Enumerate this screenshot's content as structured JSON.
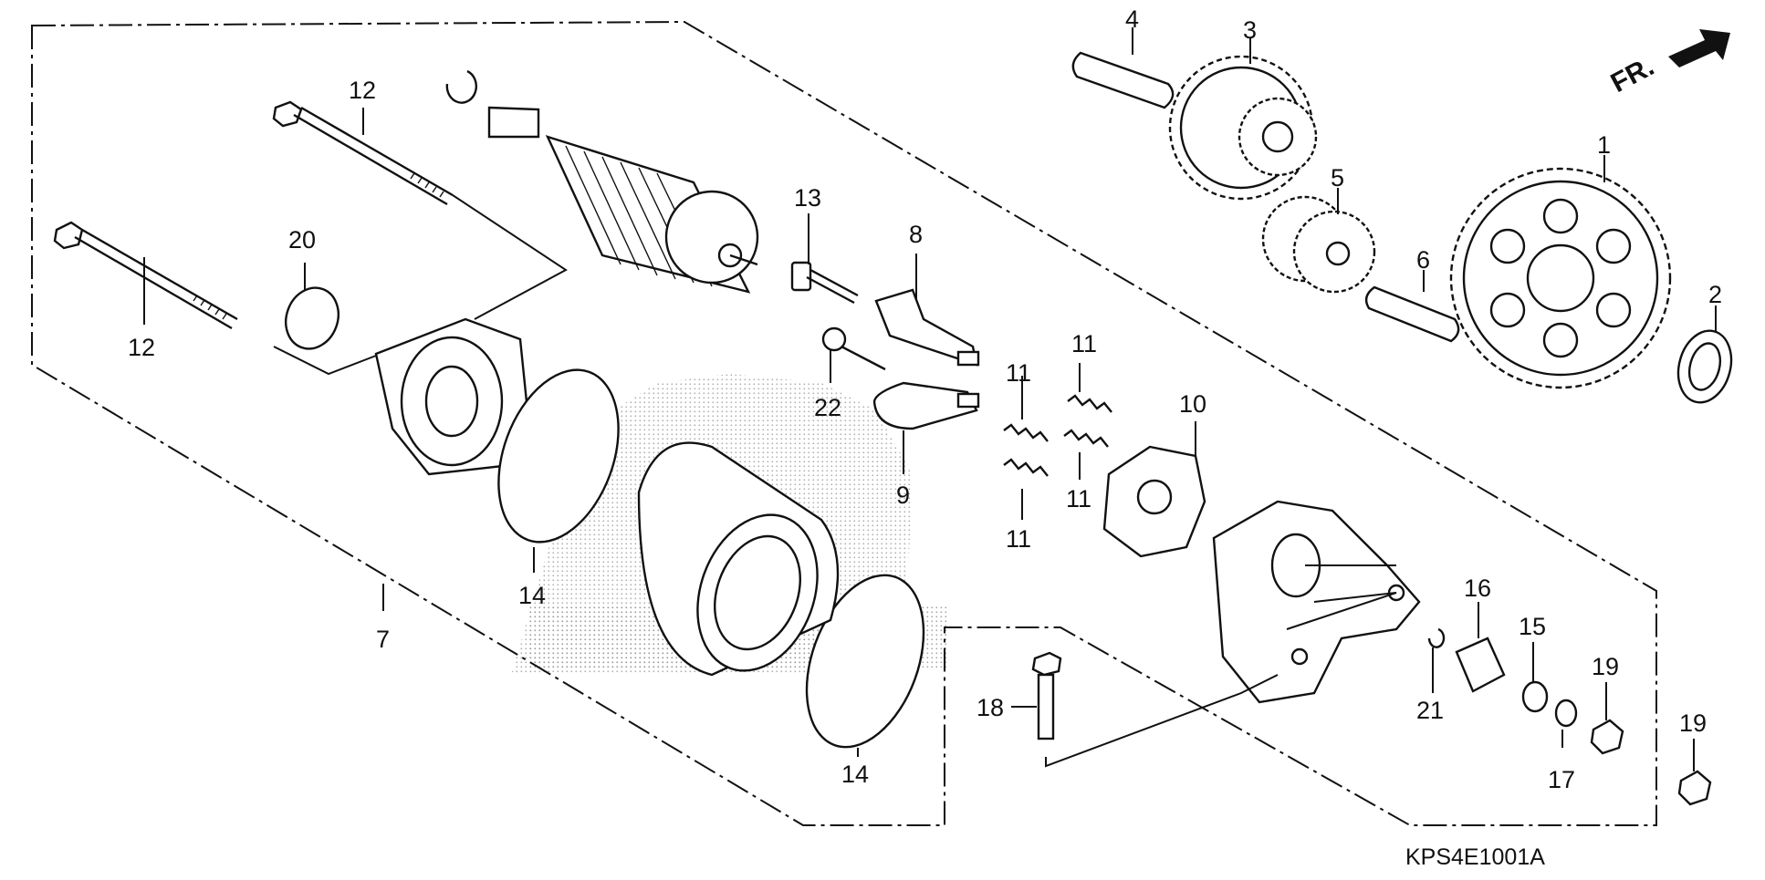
{
  "diagram": {
    "drawing_code": "KPS4E1001A",
    "direction_label": "FR.",
    "callouts": {
      "c1": "1",
      "c2": "2",
      "c3": "3",
      "c4": "4",
      "c5": "5",
      "c6": "6",
      "c7": "7",
      "c8": "8",
      "c9": "9",
      "c10": "10",
      "c11a": "11",
      "c11b": "11",
      "c11c": "11",
      "c11d": "11",
      "c12a": "12",
      "c12b": "12",
      "c13": "13",
      "c14a": "14",
      "c14b": "14",
      "c15": "15",
      "c16": "16",
      "c17": "17",
      "c18": "18",
      "c19a": "19",
      "c19b": "19",
      "c20": "20",
      "c21": "21",
      "c22": "22"
    }
  }
}
